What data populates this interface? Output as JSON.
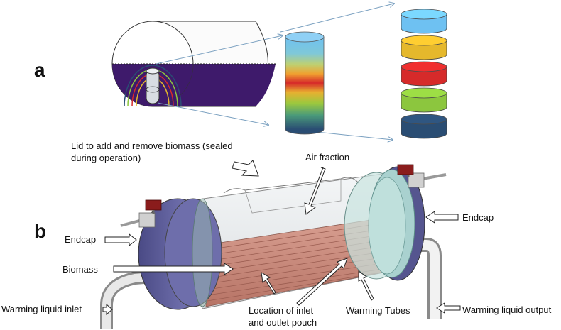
{
  "panel_a": {
    "letter": "a",
    "zone_colors": [
      "#6ec1f2",
      "#e5b82c",
      "#d62a2a",
      "#8cc63e",
      "#2a4d73"
    ],
    "biomass_color": "#3e1a6b"
  },
  "panel_b": {
    "letter": "b",
    "labels": {
      "lid_line1": "Lid to add and remove biomass (sealed",
      "lid_line2": "during operation)",
      "air_fraction": "Air fraction",
      "endcap_left": "Endcap",
      "endcap_right": "Endcap",
      "biomass": "Biomass",
      "warming_inlet": "Warming liquid inlet",
      "location_line1": "Location of inlet",
      "location_line2": "and outlet pouch",
      "warming_tubes": "Warming Tubes",
      "warming_output": "Warming liquid output"
    },
    "colors": {
      "endcap": "#6a6aa3",
      "biomass_fill": "#c98a7e",
      "valve": "#8a1c1c",
      "vessel_glass": "#e9ecee"
    }
  }
}
